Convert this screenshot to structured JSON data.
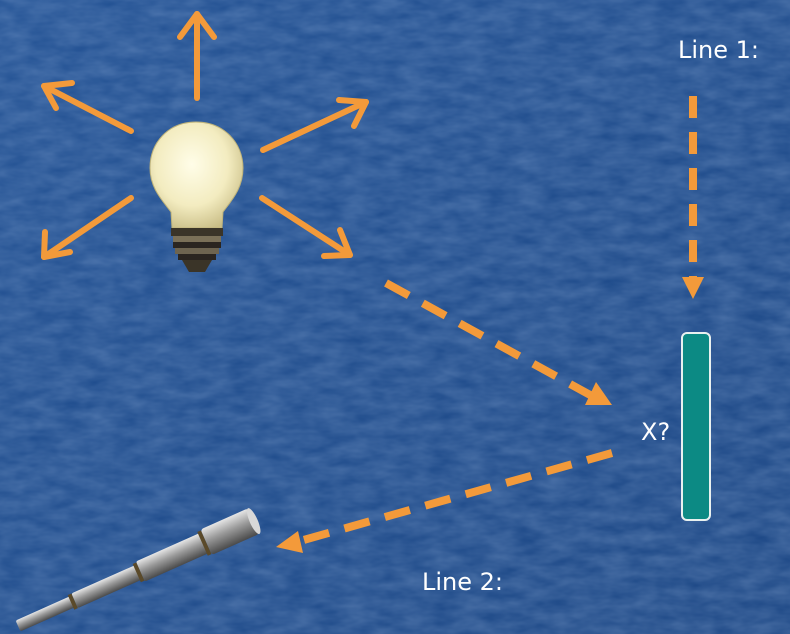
{
  "labels": {
    "line1": "Line 1:",
    "line2": "Line 2:",
    "unknown": "X?"
  },
  "icons": {
    "light_source": "lightbulb-icon",
    "viewer": "telescope-icon",
    "filter": "filter-slab"
  },
  "colors": {
    "background": "#1d4b8c",
    "arrow": "#f39a3a",
    "filter_fill": "#0c8a84",
    "text": "#ffffff"
  }
}
